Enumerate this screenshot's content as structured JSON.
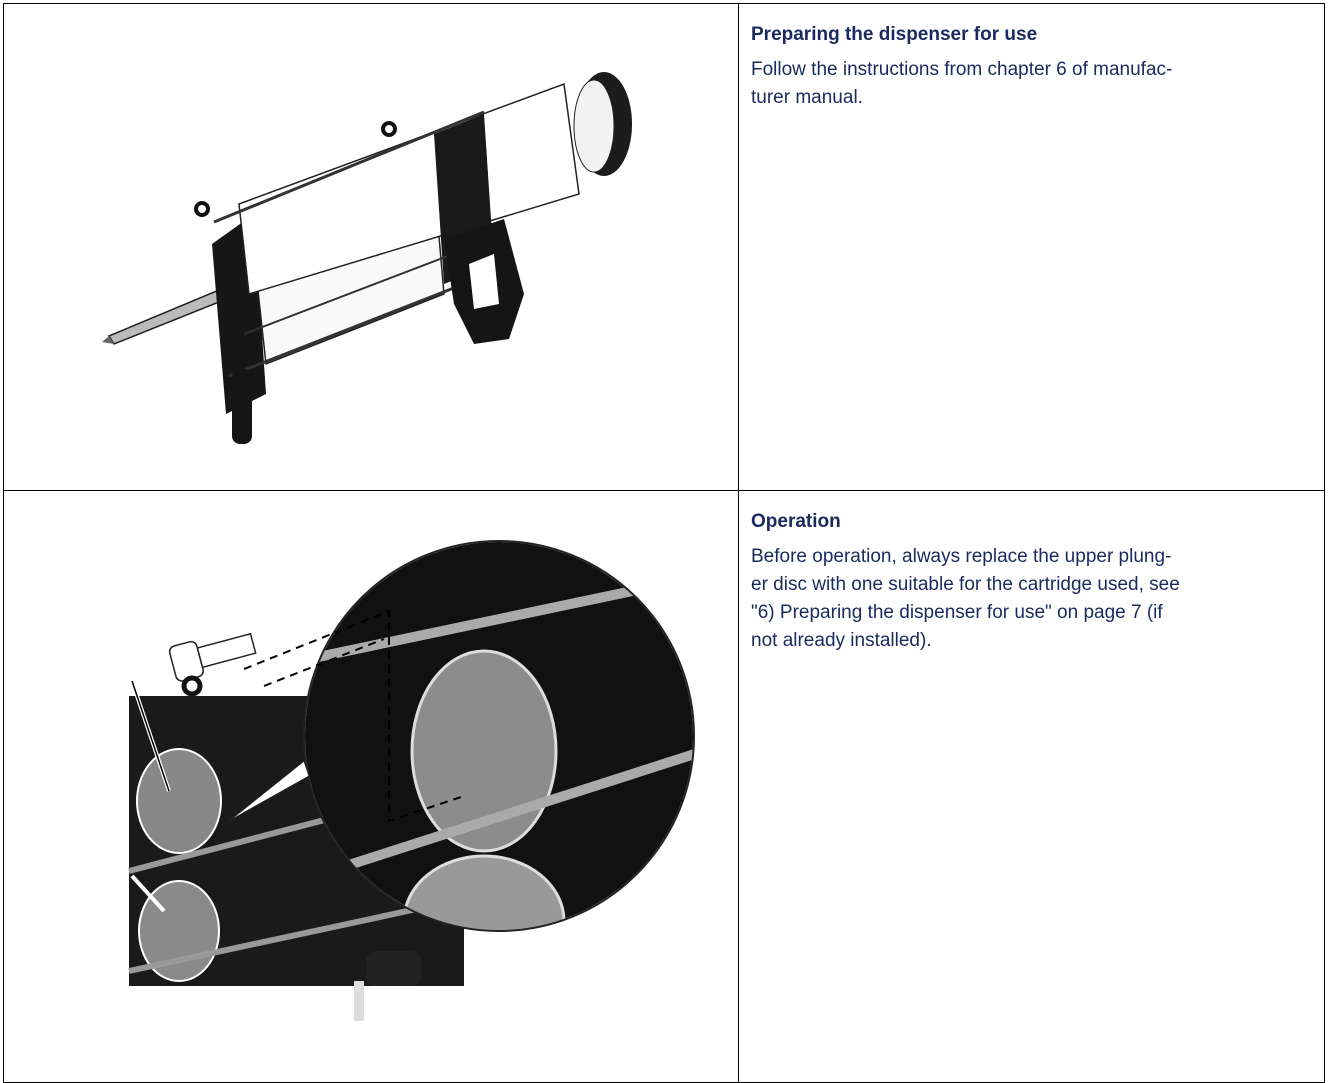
{
  "sections": [
    {
      "title": "Preparing the dispenser for use",
      "body": "Follow the instructions from chapter 6 of manufac-\nturer manual."
    },
    {
      "title": "Operation",
      "body": "Before operation, always replace the upper plung-\ner disc with one suitable for the cartridge used, see\n\"6) Preparing the dispenser for use\" on page 7 (if\nnot already installed)."
    }
  ]
}
